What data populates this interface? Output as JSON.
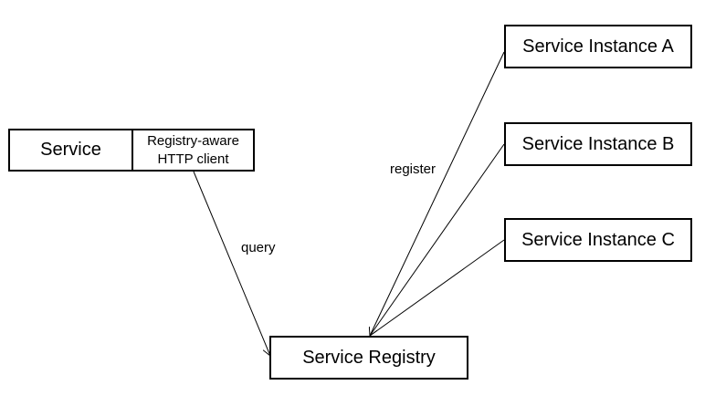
{
  "nodes": {
    "service": "Service",
    "client_line1": "Registry-aware",
    "client_line2": "HTTP client",
    "registry": "Service Registry",
    "instance_a": "Service Instance A",
    "instance_b": "Service Instance B",
    "instance_c": "Service Instance C"
  },
  "edges": {
    "query_label": "query",
    "register_label": "register"
  }
}
